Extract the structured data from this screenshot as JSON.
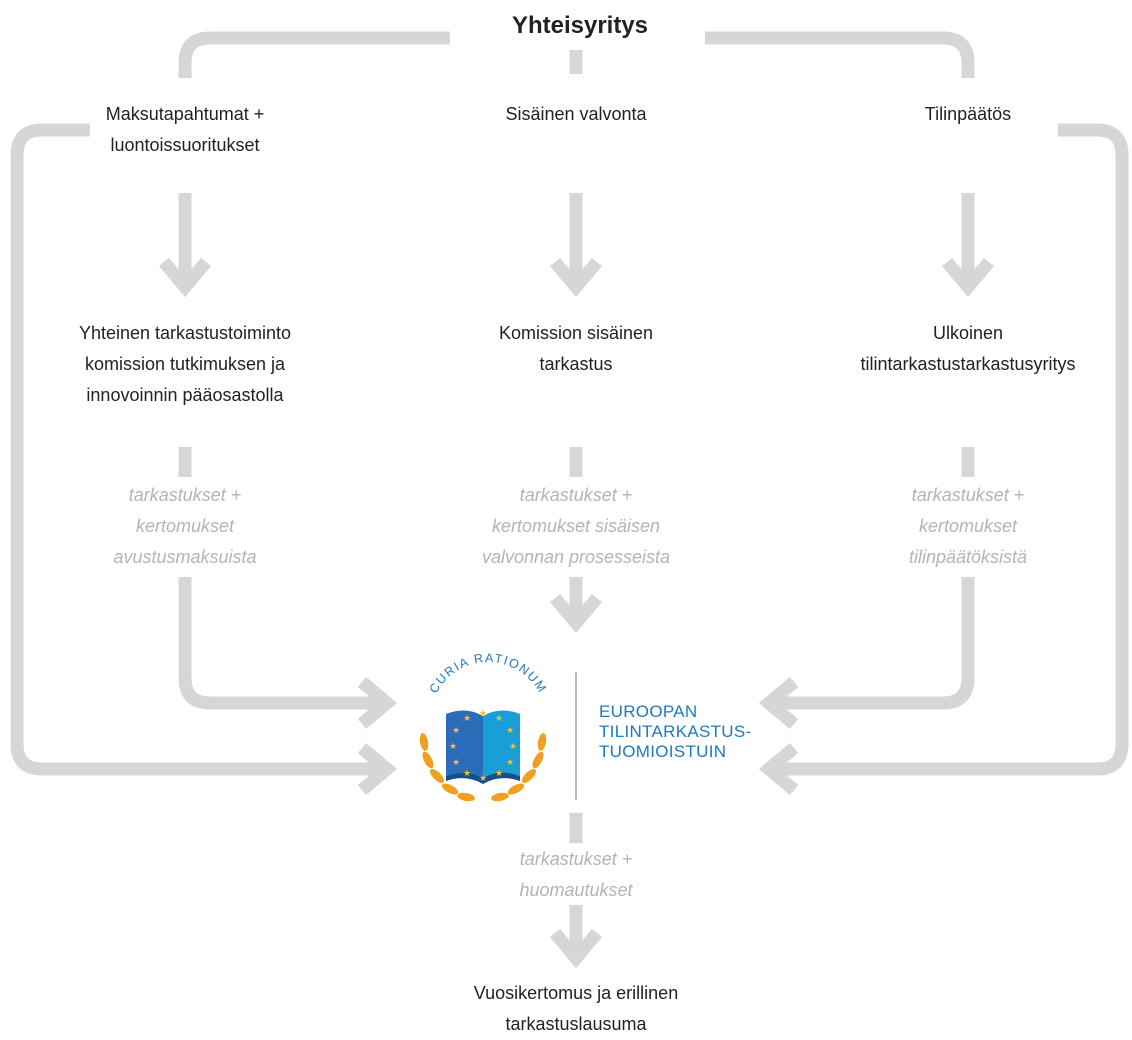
{
  "title": "Yhteisyritys",
  "branches": {
    "left": {
      "source": [
        "Maksutapahtumat +",
        "luontoissuoritukset"
      ],
      "auditor": [
        "Yhteinen tarkastustoiminto",
        "komission tutkimuksen ja",
        "innovoinnin pääosastolla"
      ],
      "output": [
        "tarkastukset +",
        "kertomukset",
        "avustusmaksuista"
      ]
    },
    "middle": {
      "source": [
        "Sisäinen valvonta"
      ],
      "auditor": [
        "Komission sisäinen",
        "tarkastus"
      ],
      "output": [
        "tarkastukset +",
        "kertomukset sisäisen",
        "valvonnan prosesseista"
      ]
    },
    "right": {
      "source": [
        "Tilinpäätös"
      ],
      "auditor": [
        "Ulkoinen",
        "tilintarkastustarkastusyritys"
      ],
      "output": [
        "tarkastukset +",
        "kertomukset",
        "tilinpäätöksistä"
      ]
    }
  },
  "eca": {
    "motto": "CURIA RATIONUM",
    "name": [
      "EUROOPAN",
      "TILINTARKASTUS-",
      "TUOMIOISTUIN"
    ]
  },
  "eca_output": [
    "tarkastukset +",
    "huomautukset"
  ],
  "final_output": [
    "Vuosikertomus ja erillinen",
    "tarkastuslausuma"
  ],
  "colors": {
    "connector": "#d6d6d6",
    "note_text": "#b4b4b4",
    "eca_blue": "#1c79c0",
    "book_blue": "#2a6cb8",
    "star_yellow": "#f5c518",
    "laurel_orange": "#f0a020"
  }
}
